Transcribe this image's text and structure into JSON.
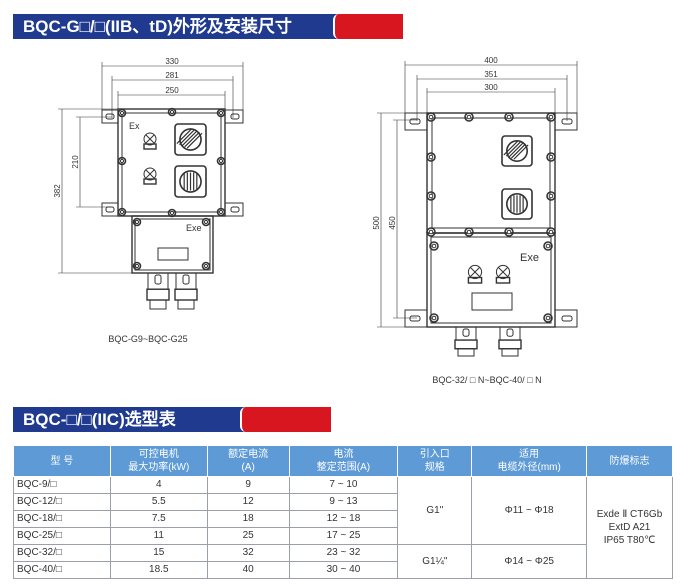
{
  "section1": {
    "title": "BQC-G□/□(IIB、tD)外形及安装尺寸",
    "drawing_left": {
      "caption": "BQC-G9~BQC-G25",
      "dims": {
        "w_total": "330",
        "w_holes": "281",
        "w_box": "250",
        "h_holes": "210",
        "h_total": "382"
      },
      "labels": {
        "ex": "Ex",
        "exe": "Exe"
      }
    },
    "drawing_right": {
      "caption": "BQC-32/ □ N~BQC-40/ □ N",
      "dims": {
        "w_total": "400",
        "w_holes": "351",
        "w_box": "300",
        "h_total": "500",
        "h_holes": "450"
      },
      "labels": {
        "exe": "Exe"
      }
    }
  },
  "section2": {
    "title": "BQC-□/□(IIC)选型表",
    "headers": {
      "model": "型 号",
      "power_1": "可控电机",
      "power_2": "最大功率(kW)",
      "current_1": "额定电流",
      "current_2": "(A)",
      "range_1": "电流",
      "range_2": "整定范围(A)",
      "entry_1": "引入口",
      "entry_2": "规格",
      "cable_1": "适用",
      "cable_2": "电缆外径(mm)",
      "marking": "防爆标志"
    },
    "rows": [
      {
        "model": "BQC-9/□",
        "power": "4",
        "current": "9",
        "range": "7 ~ 10"
      },
      {
        "model": "BQC-12/□",
        "power": "5.5",
        "current": "12",
        "range": "9 ~ 13"
      },
      {
        "model": "BQC-18/□",
        "power": "7.5",
        "current": "18",
        "range": "12 ~ 18"
      },
      {
        "model": "BQC-25/□",
        "power": "11",
        "current": "25",
        "range": "17 ~ 25"
      },
      {
        "model": "BQC-32/□",
        "power": "15",
        "current": "32",
        "range": "23 ~ 32"
      },
      {
        "model": "BQC-40/□",
        "power": "18.5",
        "current": "40",
        "range": "30 ~ 40"
      }
    ],
    "groups": [
      {
        "entry": "G1\"",
        "cable": "Φ11 ~ Φ18"
      },
      {
        "entry": "G1¼\"",
        "cable": "Φ14 ~ Φ25"
      }
    ],
    "marking_1": "Exde Ⅱ CT6Gb",
    "marking_2": "ExtD A21",
    "marking_3": "IP65 T80℃"
  },
  "colors": {
    "title_blue": "#1f3a8f",
    "title_red": "#d8161f",
    "table_header": "#5d9ad6"
  }
}
